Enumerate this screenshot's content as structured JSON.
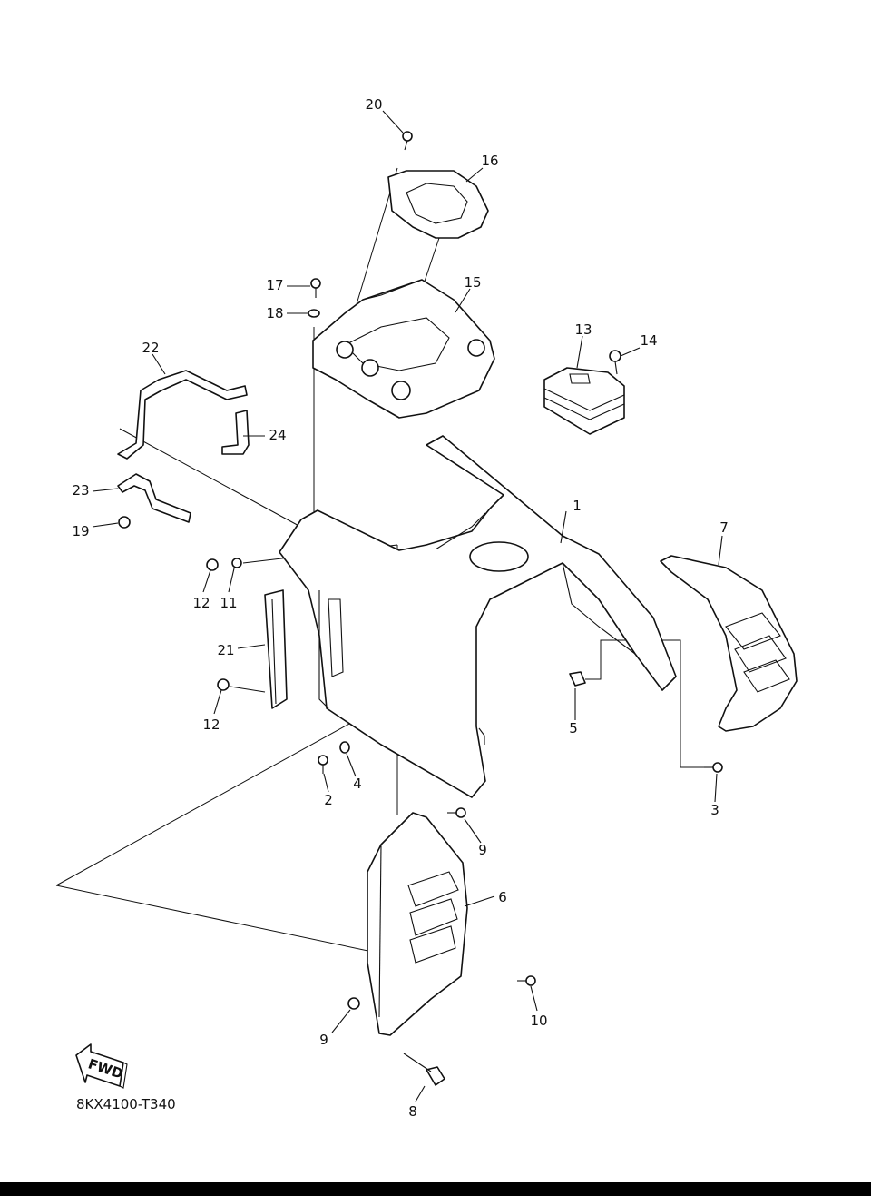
{
  "diagram": {
    "drawing_code": "8KX4100-T340",
    "fwd_label": "FWD",
    "callouts": [
      {
        "id": "c1",
        "text": "1"
      },
      {
        "id": "c2",
        "text": "2"
      },
      {
        "id": "c3",
        "text": "3"
      },
      {
        "id": "c4",
        "text": "4"
      },
      {
        "id": "c5",
        "text": "5"
      },
      {
        "id": "c6",
        "text": "6"
      },
      {
        "id": "c7",
        "text": "7"
      },
      {
        "id": "c8",
        "text": "8"
      },
      {
        "id": "c9a",
        "text": "9"
      },
      {
        "id": "c9b",
        "text": "9"
      },
      {
        "id": "c10",
        "text": "10"
      },
      {
        "id": "c11",
        "text": "11"
      },
      {
        "id": "c12a",
        "text": "12"
      },
      {
        "id": "c12b",
        "text": "12"
      },
      {
        "id": "c13",
        "text": "13"
      },
      {
        "id": "c14",
        "text": "14"
      },
      {
        "id": "c15",
        "text": "15"
      },
      {
        "id": "c16",
        "text": "16"
      },
      {
        "id": "c17",
        "text": "17"
      },
      {
        "id": "c18",
        "text": "18"
      },
      {
        "id": "c19",
        "text": "19"
      },
      {
        "id": "c20",
        "text": "20"
      },
      {
        "id": "c21",
        "text": "21"
      },
      {
        "id": "c22",
        "text": "22"
      },
      {
        "id": "c23",
        "text": "23"
      },
      {
        "id": "c24",
        "text": "24"
      }
    ]
  }
}
